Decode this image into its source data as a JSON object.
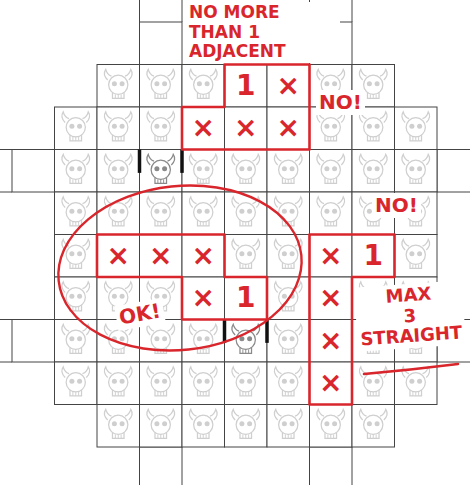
{
  "diagram": {
    "labels": [
      "NO MORE THAN 1 ADJACENT",
      "1",
      "×",
      "NO!",
      "×",
      "×",
      "×",
      "NO!",
      "×",
      "×",
      "×",
      "×",
      "1",
      "×",
      "1",
      "×",
      "MAX 3 STRAIGHT",
      "OK!",
      "×",
      "×"
    ]
  }
}
